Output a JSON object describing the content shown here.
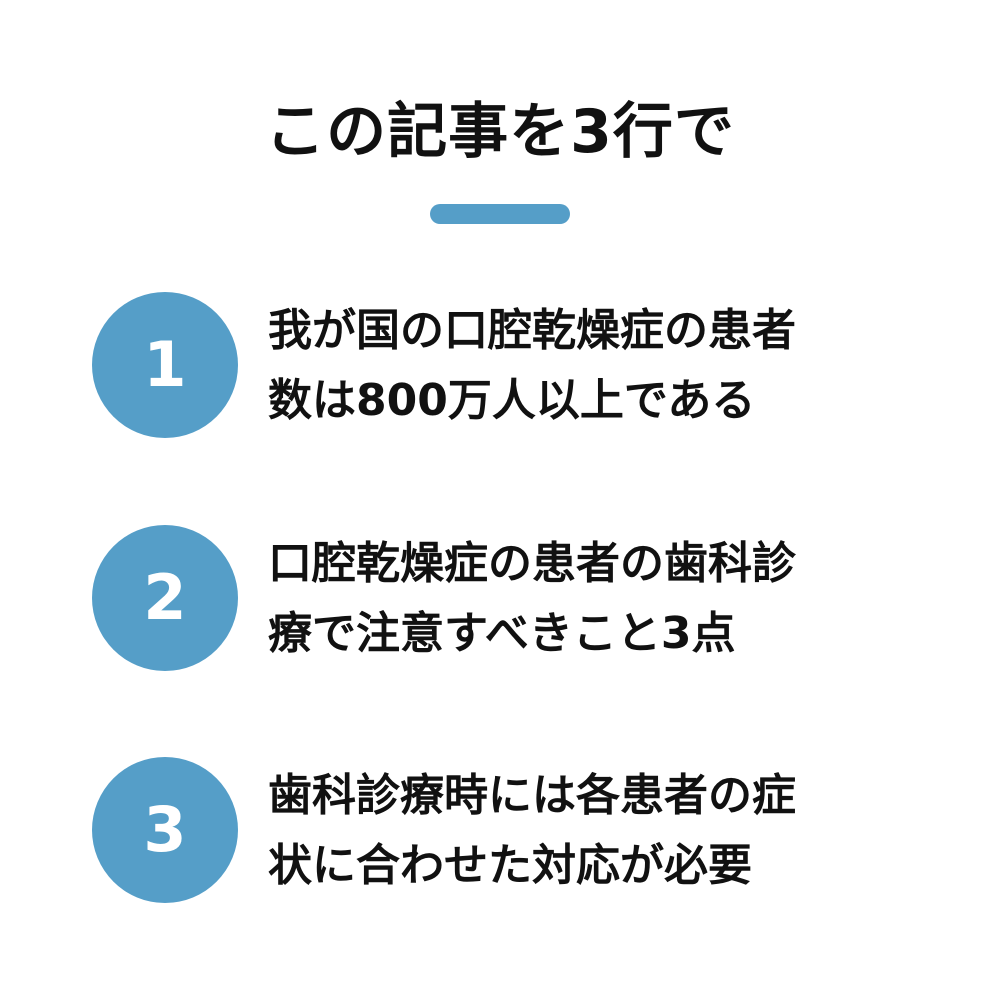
{
  "title": "この記事を3行で",
  "colors": {
    "accent": "#559ec8",
    "text": "#111111",
    "background": "#ffffff"
  },
  "points": [
    {
      "number": "1",
      "lines": [
        "我が国の口腔乾燥症の患者",
        "数は800万人以上である"
      ]
    },
    {
      "number": "2",
      "lines": [
        "口腔乾燥症の患者の歯科診",
        "療で注意すべきこと3点"
      ]
    },
    {
      "number": "3",
      "lines": [
        "歯科診療時には各患者の症",
        "状に合わせた対応が必要"
      ]
    }
  ]
}
